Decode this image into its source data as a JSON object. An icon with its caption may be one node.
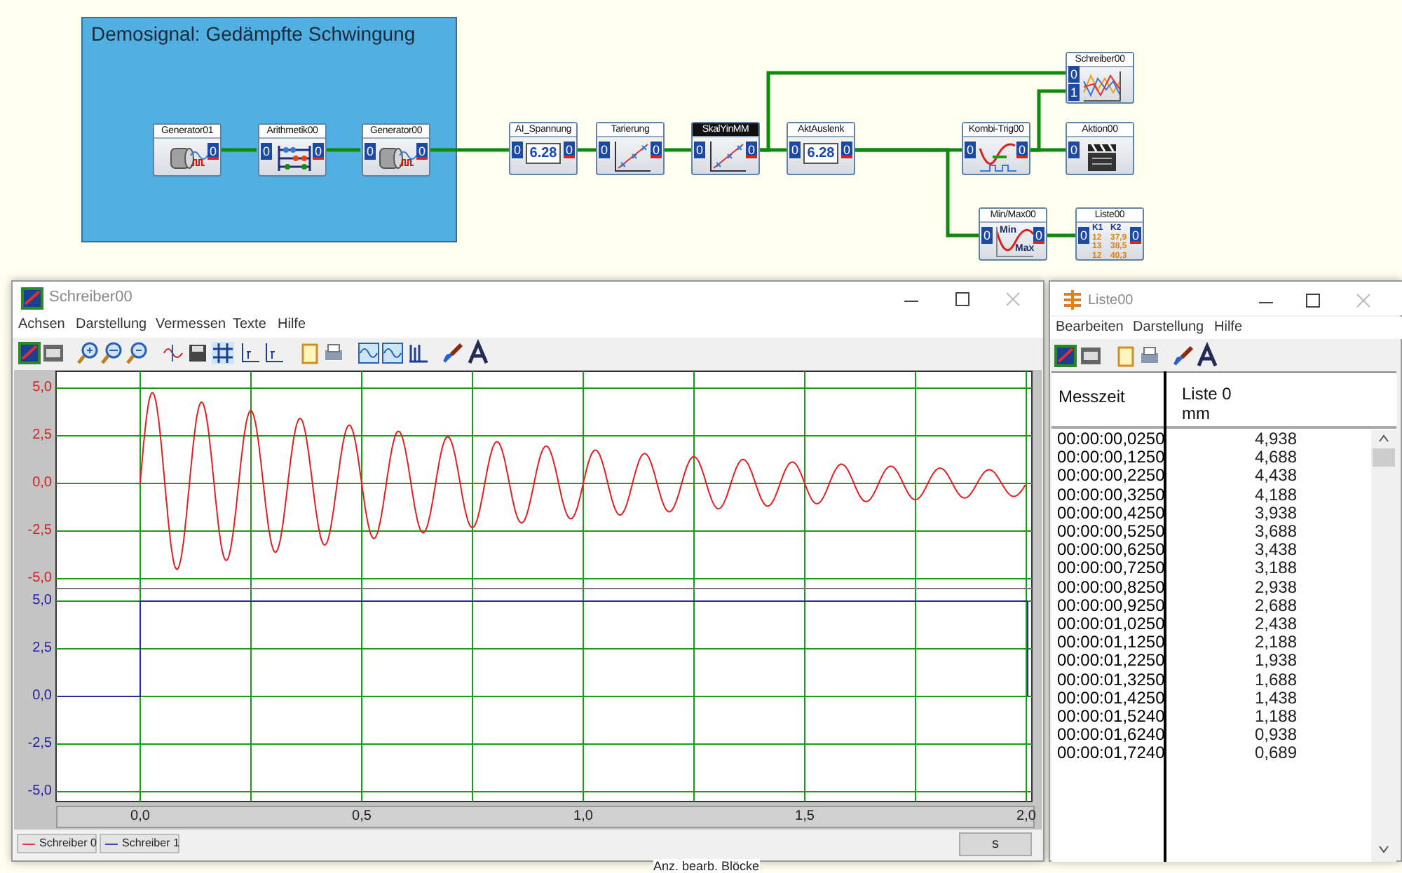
{
  "diagram": {
    "nodes": [
      {
        "text": [
          "Demosignal: Gedämpfte Schwingung"
        ]
      },
      {
        "text": [
          "Generator01",
          "0"
        ],
        "in": 0
      },
      {
        "text": [
          "Arithmetik00",
          "0",
          "0"
        ],
        "in": 0
      },
      {
        "text": [
          "Generator00",
          "0",
          "0"
        ],
        "in": 0
      },
      {
        "text": [
          "AI_Spannung",
          "0",
          "6.28",
          "0"
        ]
      },
      {
        "text": [
          "Tarierung",
          "0",
          "0"
        ]
      },
      {
        "text": [
          "SkalYinMM",
          "0",
          "0"
        ]
      },
      {
        "text": [
          "AktAuslenk",
          "0",
          "6.28",
          "0"
        ]
      },
      {
        "text": [
          "Schreiber00",
          "0",
          "1"
        ]
      },
      {
        "text": [
          "Kombi-Trig00",
          "0",
          "0"
        ]
      },
      {
        "text": [
          "Aktion00",
          "0"
        ]
      },
      {
        "text": [
          "Min/Max00",
          "0",
          "Min",
          "Max",
          "0"
        ]
      },
      {
        "text": [
          "Liste00",
          "0",
          "K1",
          "K2",
          "12",
          "37,9",
          "13",
          "38,5",
          "12",
          "40,3",
          "0"
        ]
      }
    ],
    "edges": [
      {
        "from": 1,
        "to": 2,
        "arrow": "none"
      },
      {
        "from": 2,
        "to": 3,
        "arrow": "none"
      },
      {
        "from": 3,
        "to": 4,
        "arrow": "none"
      },
      {
        "from": 4,
        "to": 5,
        "arrow": "none"
      },
      {
        "from": 5,
        "to": 6,
        "arrow": "none"
      },
      {
        "from": 6,
        "to": 7,
        "arrow": "none"
      },
      {
        "from": 6,
        "to": 8,
        "arrow": "none"
      },
      {
        "from": 7,
        "to": 9,
        "arrow": "none"
      },
      {
        "from": 7,
        "to": 11,
        "arrow": "none"
      },
      {
        "from": 9,
        "to": 8,
        "arrow": "none"
      },
      {
        "from": 9,
        "to": 10,
        "arrow": "none"
      },
      {
        "from": 11,
        "to": 12,
        "arrow": "none"
      }
    ],
    "labels": [
      "Schreiber00",
      "Achsen",
      "Darstellung",
      "Vermessen",
      "Texte",
      "Hilfe",
      "5,0",
      "2,5",
      "0,0",
      "-2,5",
      "-5,0",
      "5,0",
      "2,5",
      "0,0",
      "-2,5",
      "-5,0",
      "0,0",
      "0,5",
      "1,0",
      "1,5",
      "2,0",
      "s",
      "Liste00",
      "Bearbeiten",
      "Darstellung",
      "Hilfe",
      "Messzeit",
      "Liste 0",
      "mm",
      "00:00:00,0250",
      "4,938",
      "00:00:00,1250",
      "4,688",
      "00:00:00,2250",
      "4,438",
      "00:00:00,3250",
      "4,188",
      "00:00:00,4250",
      "3,938",
      "00:00:00,5250",
      "3,688",
      "00:00:00,6250",
      "3,438",
      "00:00:00,7250",
      "3,188",
      "00:00:00,8250",
      "2,938",
      "00:00:00,9250",
      "2,688",
      "00:00:01,0250",
      "2,438",
      "00:00:01,1250",
      "2,188",
      "00:00:01,2250",
      "1,938",
      "00:00:01,3250",
      "1,688",
      "00:00:01,4250",
      "1,438",
      "00:00:01,5240",
      "1,188",
      "00:00:01,6240",
      "0,938",
      "00:00:01,7240",
      "0,689",
      "Anz. bearb. Blöcke"
    ],
    "legend": [
      {
        "text": "Schreiber 0"
      },
      {
        "text": "Schreiber 1"
      }
    ]
  }
}
